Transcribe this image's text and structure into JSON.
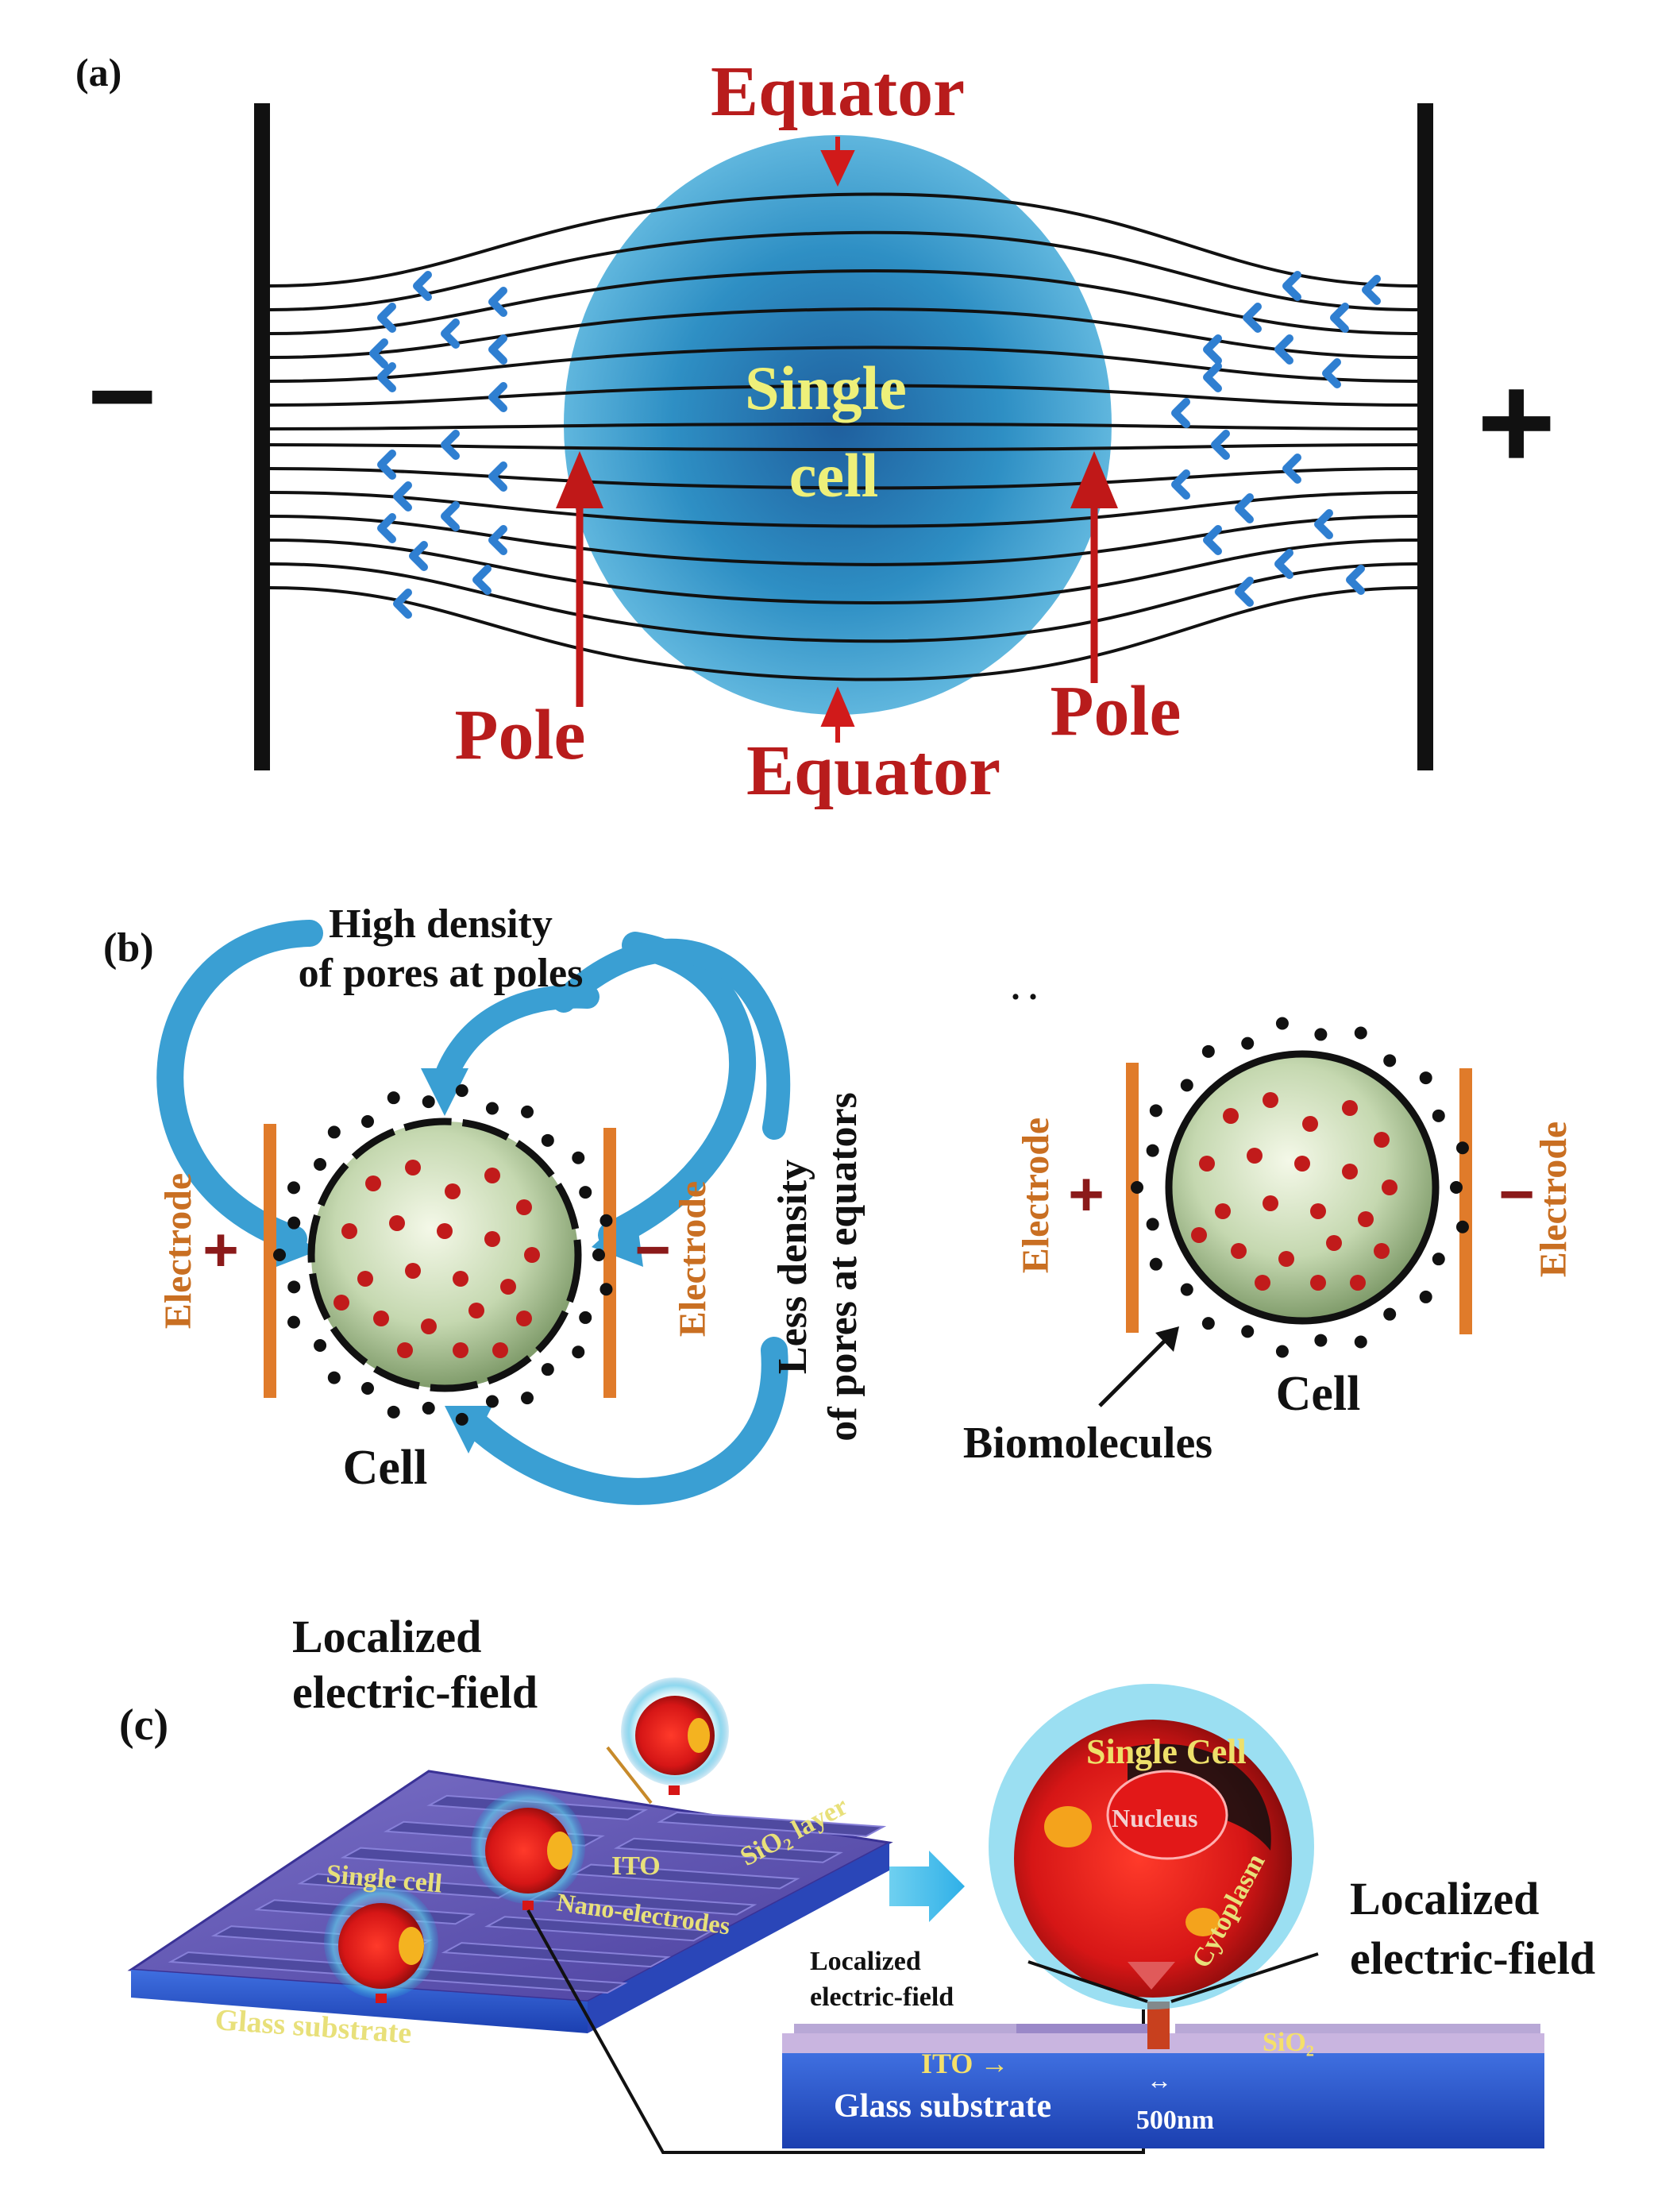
{
  "panel_a": {
    "label": "(a)",
    "equator_top": "Equator",
    "equator_bottom": "Equator",
    "pole_left": "Pole",
    "pole_right": "Pole",
    "cell_line1": "Single",
    "cell_line2": "cell",
    "minus_sign": "−",
    "plus_sign": "+",
    "colors": {
      "red": "#b81c1c",
      "cell": "#2f93c4",
      "arrow": "#2f7fd1",
      "text_yellow": "#eef07a"
    }
  },
  "panel_b": {
    "label": "(b)",
    "high_density_line1": "High density",
    "high_density_line2": "of pores at poles",
    "less_density_line1": "Less density",
    "less_density_line2": "of pores at equators",
    "electrode_left": "Electrode",
    "electrode_right": "Electrode",
    "electrode_left2": "Electrode",
    "electrode_right2": "Electrode",
    "plus": "+",
    "minus": "−",
    "plus2": "+",
    "minus2": "−",
    "cell_left": "Cell",
    "cell_right": "Cell",
    "biomolecules": "Biomolecules",
    "dots": ". .",
    "colors": {
      "electrode": "#e07b2a",
      "dot": "#c11b1b",
      "sign": "#8b1a1a",
      "curve": "#3a9fd3"
    }
  },
  "panel_c": {
    "label": "(c)",
    "localized_top_line1": "Localized",
    "localized_top_line2": "electric-field",
    "localized_right_line1": "Localized",
    "localized_right_line2": "electric-field",
    "localized_small_line1": "Localized",
    "localized_small_line2": "electric-field",
    "single_cell_chip": "Single cell",
    "ito_chip": "ITO",
    "nano_electrodes": "Nano-electrodes",
    "sio2_layer": "SiO₂ layer",
    "glass_substrate_chip": "Glass substrate",
    "single_cell_zoom": "Single Cell",
    "nucleus": "Nucleus",
    "cytoplasm": "Cytoplasm",
    "sio2": "SiO₂",
    "ito_zoom": "ITO →",
    "glass_substrate_zoom": "Glass substrate",
    "scale": "500nm",
    "scale_arrow": "↔"
  }
}
